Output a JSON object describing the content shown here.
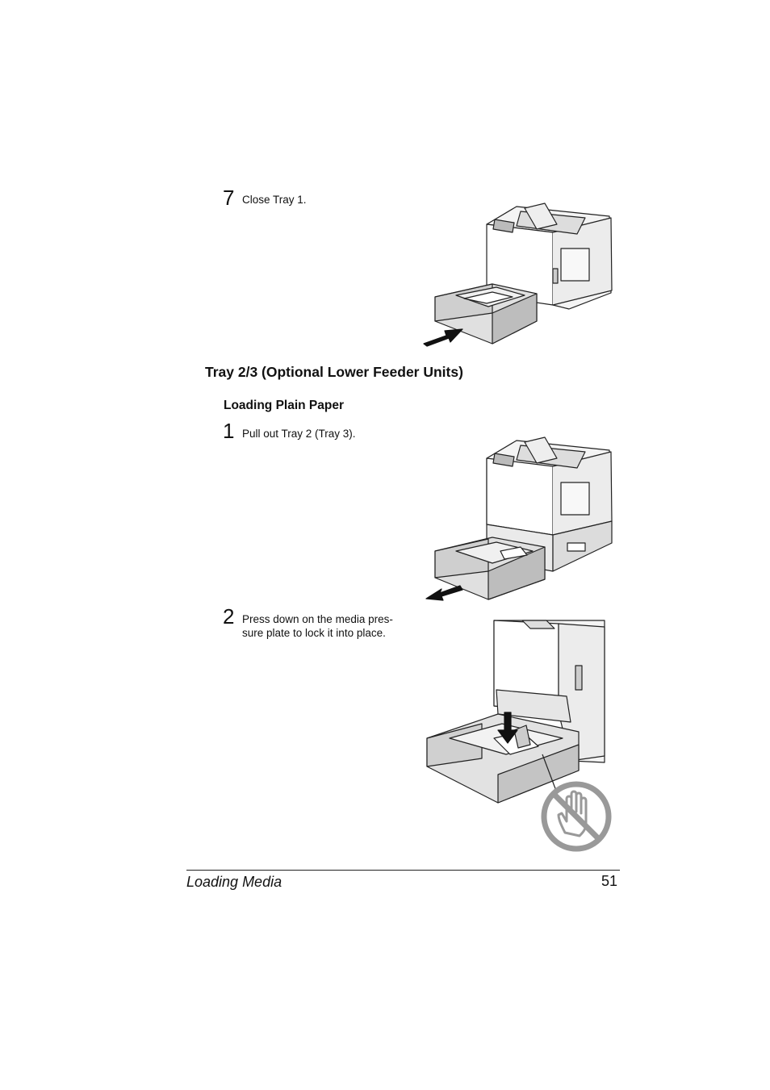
{
  "steps_top": [
    {
      "number": "7",
      "text": "Close Tray 1."
    }
  ],
  "section": {
    "heading": "Tray 2/3 (Optional Lower Feeder Units)",
    "subheading": "Loading Plain Paper",
    "steps": [
      {
        "number": "1",
        "text": "Pull out Tray 2 (Tray 3)."
      },
      {
        "number": "2",
        "text_line1": "Press down on the media pres-",
        "text_line2": "sure plate to lock it into place."
      }
    ]
  },
  "footer": {
    "title": "Loading Media",
    "page_number": "51"
  },
  "illustrations": [
    {
      "icon": "printer-close-tray1-illustration"
    },
    {
      "icon": "printer-pull-out-tray2-illustration"
    },
    {
      "icon": "press-pressure-plate-illustration"
    },
    {
      "icon": "do-not-touch-hand-icon"
    }
  ]
}
